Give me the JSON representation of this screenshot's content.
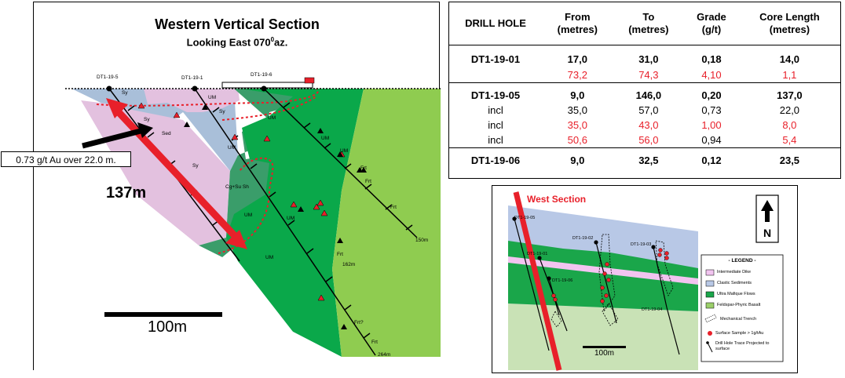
{
  "section": {
    "title": "Western Vertical Section",
    "subtitle_text": "Looking East 070",
    "subtitle_sup": "0",
    "subtitle_suffix": "az.",
    "callout": "0.73 g/t Au over 22.0 m.",
    "length_label": "137m",
    "scale_label": "100m",
    "holes": [
      "DT1-19-5",
      "DT1-19-1",
      "DT1-19-6"
    ],
    "unit_labels": [
      "Sy",
      "Sy",
      "UM",
      "Sy",
      "Sed",
      "Sy",
      "UM",
      "UM",
      "UM",
      "UM",
      "Cg+Su Sh",
      "UM",
      "UM",
      "UM",
      "Frt",
      "Frt",
      "Frt",
      "Frt",
      "Frt?",
      "Frt"
    ],
    "depth_labels": [
      "150m",
      "162m",
      "264m"
    ]
  },
  "table": {
    "headers": [
      "DRILL HOLE",
      "From\n(metres)",
      "To\n(metres)",
      "Grade\n(g/t)",
      "Core Length\n(metres)"
    ],
    "rows": [
      {
        "hole": "DT1-19-01",
        "from": "17,0",
        "to": "31,0",
        "grade": "0,18",
        "length": "14,0",
        "style": "main",
        "sep": true
      },
      {
        "hole": "",
        "from": "73,2",
        "to": "74,3",
        "grade": "4,10",
        "length": "1,1",
        "style": "red",
        "sep": false
      },
      {
        "hole": "DT1-19-05",
        "from": "9,0",
        "to": "146,0",
        "grade": "0,20",
        "length": "137,0",
        "style": "main",
        "sep": true
      },
      {
        "hole": "incl",
        "from": "35,0",
        "to": "57,0",
        "grade": "0,73",
        "length": "22,0",
        "style": "plain",
        "sep": false
      },
      {
        "hole": "incl",
        "from": "35,0",
        "to": "43,0",
        "grade": "1,00",
        "length": "8,0",
        "style": "red",
        "sep": false
      },
      {
        "hole": "incl",
        "from": "50,6",
        "to": "56,0",
        "grade": "0,94",
        "length": "5,4",
        "style": "red-partial",
        "sep": false
      },
      {
        "hole": "DT1-19-06",
        "from": "9,0",
        "to": "32,5",
        "grade": "0,12",
        "length": "23,5",
        "style": "main",
        "sep": true
      }
    ]
  },
  "map": {
    "title": "West Section",
    "north": "N",
    "scale_label": "100m",
    "holes": [
      "DT1-19-05",
      "DT1-19-02",
      "DT1-19-03",
      "DT1-19-01",
      "DT1-19-06",
      "DT1-19-04"
    ],
    "legend": {
      "title": "- LEGEND -",
      "items": [
        {
          "label": "Intermediate Dike",
          "color": "#f2c4f0"
        },
        {
          "label": "Clastic Sediments",
          "color": "#b8c8e6"
        },
        {
          "label": "Ultra Mafique Flows",
          "color": "#1aa64a"
        },
        {
          "label": "Feldspar-Phyric Basalt",
          "color": "#9bcf6a"
        },
        {
          "label": "Mechanical Trench",
          "color": "#000000"
        },
        {
          "label": "Surface Sample > 1g/tAu",
          "color": "#e8202a"
        },
        {
          "label": "Drill Hole Trace Projected to surface",
          "color": "#000000"
        }
      ]
    }
  },
  "colors": {
    "sediment": "#a9bfd9",
    "dike": "#e3c1df",
    "um_dark": "#2f9a5e",
    "um": "#0aa84a",
    "basalt": "#8fcc50",
    "red": "#e8202a"
  }
}
